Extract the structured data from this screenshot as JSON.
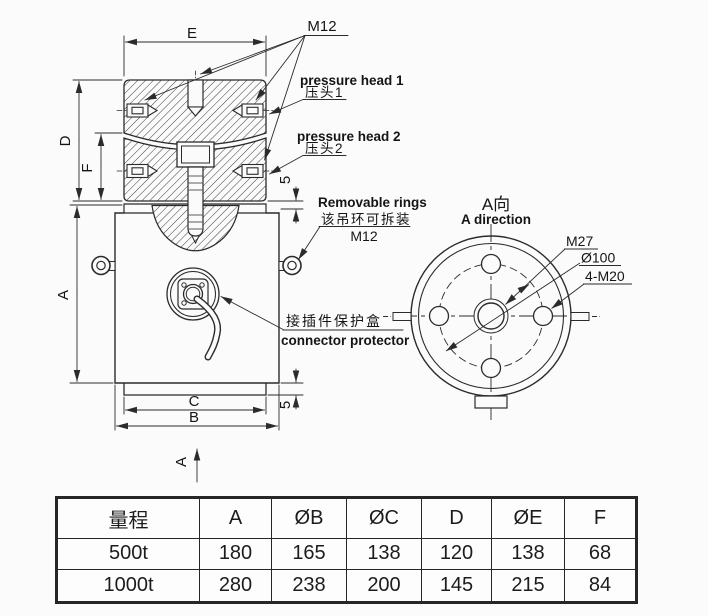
{
  "drawing": {
    "left_view": {
      "dim_e": "E",
      "dim_d": "D",
      "dim_f": "F",
      "dim_a": "A",
      "dim_c": "C",
      "dim_b": "B",
      "gap_top": "5",
      "gap_bottom": "5",
      "m12_callout": "M12",
      "pressure_head_1_en": "pressure head 1",
      "pressure_head_1_zh": "压头1",
      "pressure_head_2_en": "pressure head 2",
      "pressure_head_2_zh": "压头2",
      "removable_rings_en": "Removable rings",
      "removable_rings_zh": "该吊环可拆装",
      "removable_rings_thread": "M12",
      "connector_zh": "接插件保护盒",
      "connector_en": "connector protector",
      "view_direction_letter": "A"
    },
    "right_view": {
      "title_zh": "A向",
      "title_en": "A direction",
      "center_thread": "M27",
      "bolt_circle_dia": "Ø100",
      "bolt_holes": "4-M20"
    }
  },
  "table": {
    "headers": [
      "量程",
      "A",
      "ØB",
      "ØC",
      "D",
      "ØE",
      "F"
    ],
    "rows": [
      [
        "500t",
        "180",
        "165",
        "138",
        "120",
        "138",
        "68"
      ],
      [
        "1000t",
        "280",
        "238",
        "200",
        "145",
        "215",
        "84"
      ]
    ]
  },
  "colors": {
    "line": "#2b2b2b",
    "background": "#fbfbfb"
  }
}
